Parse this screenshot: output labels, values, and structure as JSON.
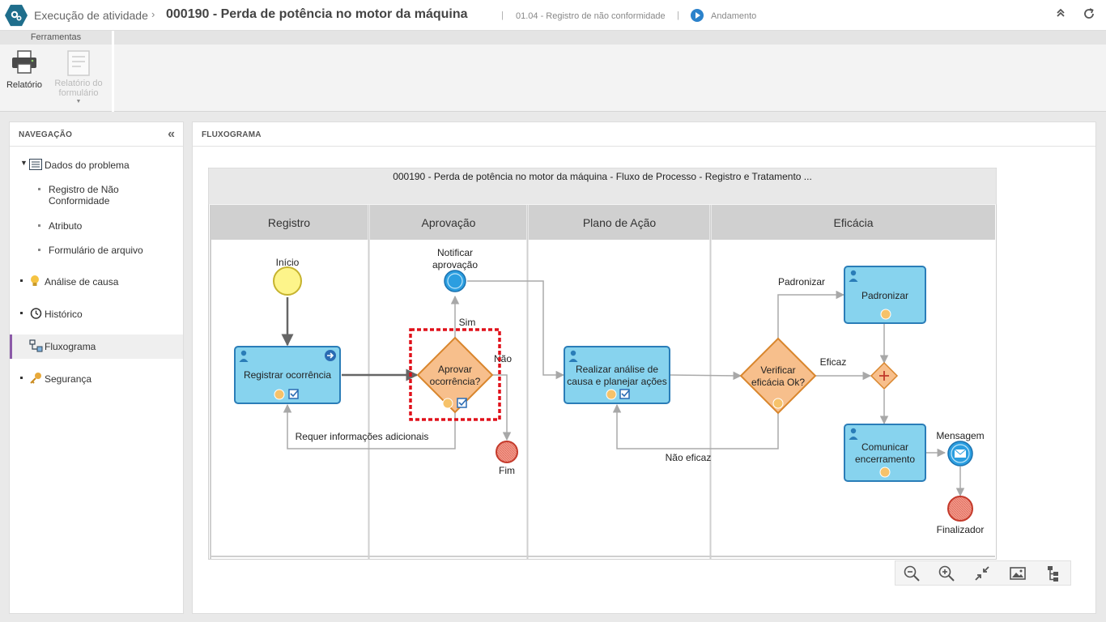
{
  "header": {
    "section": "Execução de atividade",
    "title": "000190 - Perda de potência no motor da máquina",
    "process": "01.04 - Registro de não conformidade",
    "status": "Andamento"
  },
  "toolbar": {
    "group": "Ferramentas",
    "report": "Relatório",
    "form_report_line1": "Relatório do",
    "form_report_line2": "formulário"
  },
  "navigation": {
    "title": "NAVEGAÇÃO",
    "items": [
      {
        "label": "Dados do problema",
        "icon": "list-icon"
      },
      {
        "label": "Registro de Não",
        "label2": "Conformidade"
      },
      {
        "label": "Atributo"
      },
      {
        "label": "Formulário de arquivo"
      },
      {
        "label": "Análise de causa",
        "icon": "lightbulb-icon"
      },
      {
        "label": "Histórico",
        "icon": "history-icon"
      },
      {
        "label": "Fluxograma",
        "icon": "flowchart-icon"
      },
      {
        "label": "Segurança",
        "icon": "key-icon"
      }
    ]
  },
  "flowchart": {
    "title": "FLUXOGRAMA",
    "diagram_title": "000190 - Perda de potência no motor da máquina - Fluxo de Processo - Registro e Tratamento ...",
    "lanes": [
      "Registro",
      "Aprovação",
      "Plano de Ação",
      "Eficácia"
    ],
    "nodes": {
      "inicio": "Início",
      "registrar": "Registrar ocorrência",
      "aprovar_1": "Aprovar",
      "aprovar_2": "ocorrência?",
      "notificar_1": "Notificar",
      "notificar_2": "aprovação",
      "fim": "Fim",
      "realizar_1": "Realizar análise de",
      "realizar_2": "causa e planejar ações",
      "verificar_1": "Verificar",
      "verificar_2": "eficácia Ok?",
      "padronizar": "Padronizar",
      "comunicar_1": "Comunicar",
      "comunicar_2": "encerramento",
      "mensagem": "Mensagem",
      "finalizador": "Finalizador"
    },
    "edges": {
      "sim": "Sim",
      "nao": "Não",
      "requer": "Requer informações adicionais",
      "padronizar": "Padronizar",
      "eficaz": "Eficaz",
      "nao_eficaz": "Não eficaz"
    }
  },
  "colors": {
    "accent": "#8b5aa8",
    "task_fill": "#87d3ee",
    "task_stroke": "#2a7db8",
    "gateway_fill": "#f7bf8c",
    "highlight": "#e0101a"
  }
}
